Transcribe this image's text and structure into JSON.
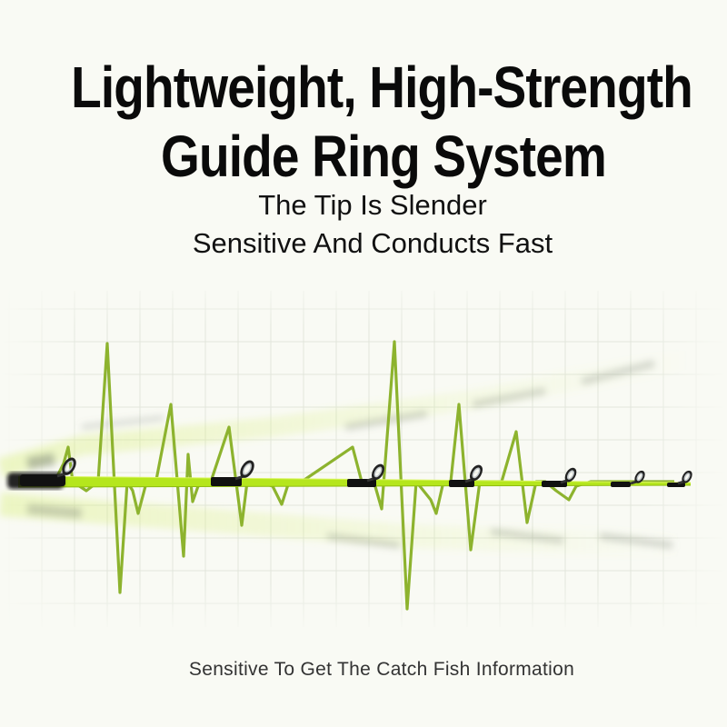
{
  "headline": {
    "line1": "Lightweight, High-Strength",
    "line2": "Guide Ring System"
  },
  "subheadline": {
    "line1": "The Tip Is Slender",
    "line2": "Sensitive And Conducts Fast"
  },
  "footer_caption": "Sensitive To Get The Catch Fish Information",
  "colors": {
    "background": "#f9faf4",
    "grid": "#e2e6dc",
    "rod_green": "#b5e61d",
    "wave_green": "#8db32e",
    "guide_black": "#111111"
  },
  "icons": [
    "fishing-rod-illustration",
    "sensitivity-waveform",
    "guide-ring-icon"
  ]
}
